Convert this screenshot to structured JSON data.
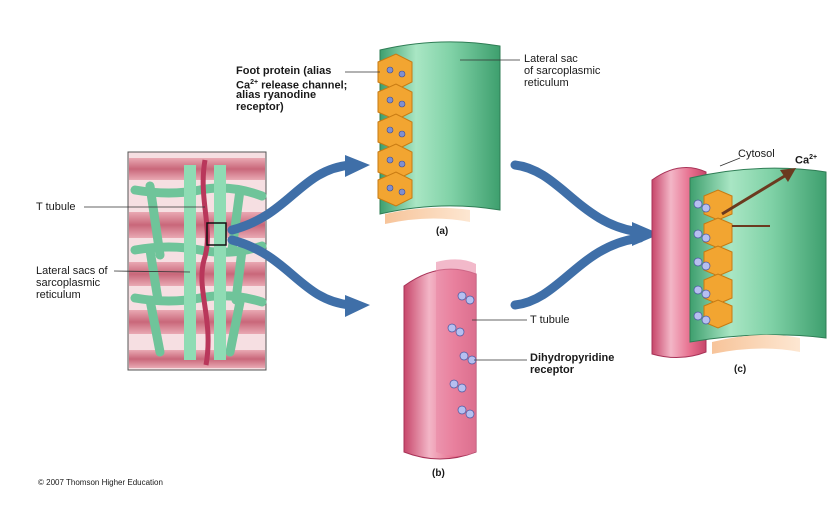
{
  "labels": {
    "foot_protein_line1": "Foot protein (alias",
    "foot_protein_line2_prefix": "Ca",
    "foot_protein_line2_sup": "2+",
    "foot_protein_line2_suffix": " release channel;",
    "foot_protein_line3": "alias ryanodine",
    "foot_protein_line4": "receptor)",
    "lateral_sac_top_line1": "Lateral sac",
    "lateral_sac_top_line2": "of sarcoplasmic",
    "lateral_sac_top_line3": "reticulum",
    "t_tubule_left": "T tubule",
    "lateral_sacs_left_line1": "Lateral sacs of",
    "lateral_sacs_left_line2": "sarcoplasmic",
    "lateral_sacs_left_line3": "reticulum",
    "t_tubule_mid": "T tubule",
    "dhp_line1": "Dihydropyridine",
    "dhp_line2": "receptor",
    "cytosol": "Cytosol",
    "ca_prefix": "Ca",
    "ca_sup": "2+"
  },
  "captions": {
    "a": "(a)",
    "b": "(b)",
    "c": "(c)"
  },
  "credit": "© 2007 Thomson Higher Education",
  "colors": {
    "arrow_blue": "#3f6fa8",
    "sr_green": "#7fd1a6",
    "sr_green_dark": "#3e9f6e",
    "t_tubule_pink": "#e7708f",
    "t_tubule_pink_light": "#f3b6c7",
    "foot_orange": "#f2a531",
    "receptor_blue": "#7f8fd0",
    "ca_arrow_brown": "#6b3a1f",
    "muscle_red": "#c9677a"
  }
}
